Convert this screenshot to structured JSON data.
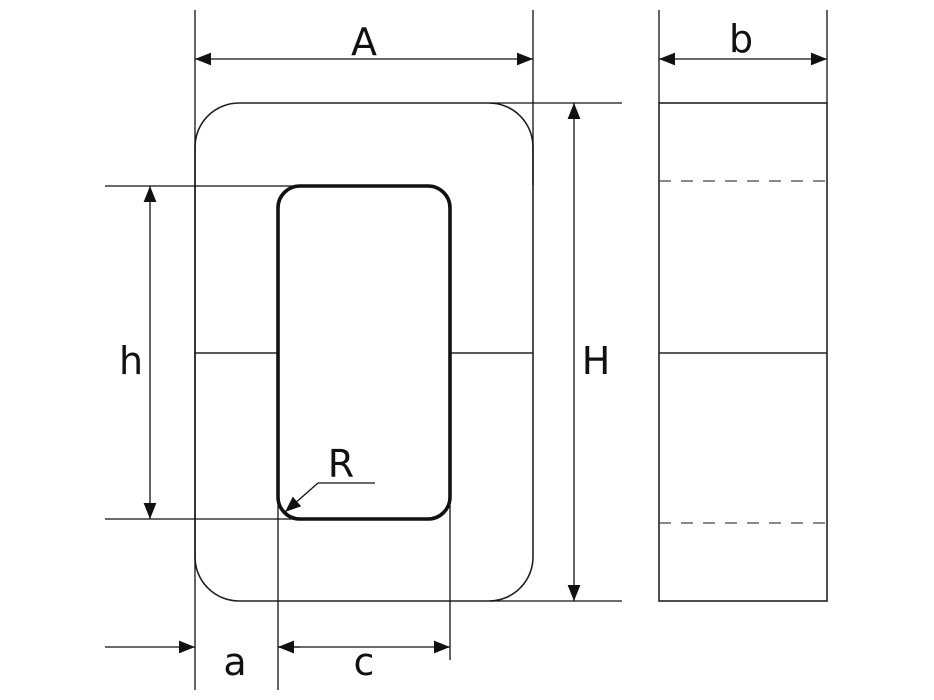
{
  "labels": {
    "A": "A",
    "b": "b",
    "h": "h",
    "H": "H",
    "R": "R",
    "a": "a",
    "c": "c"
  }
}
